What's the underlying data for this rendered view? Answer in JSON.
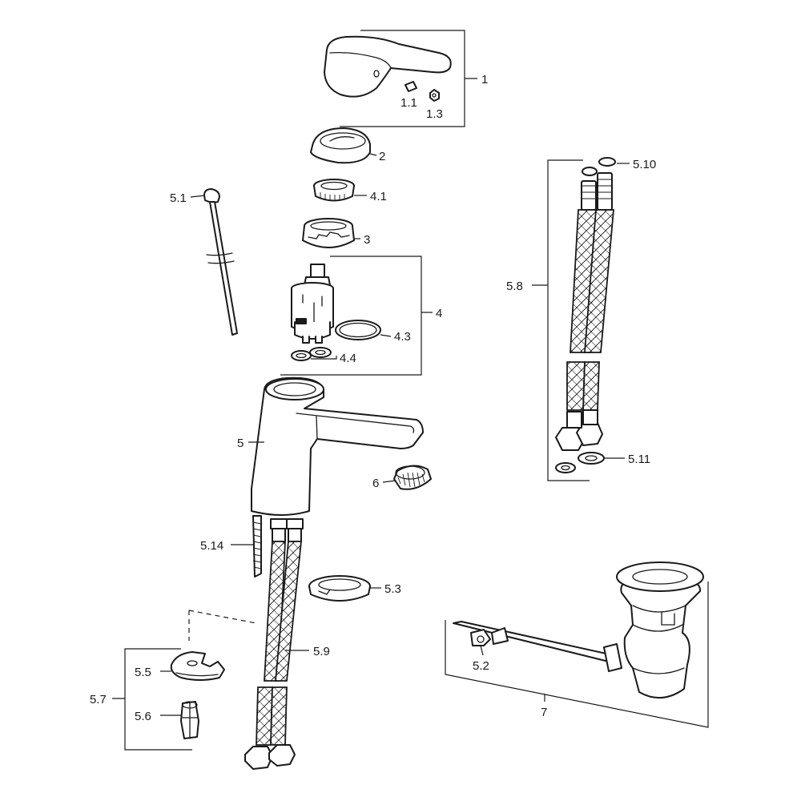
{
  "labels": {
    "p1": "1",
    "p1_1": "1.1",
    "p1_3": "1.3",
    "p2": "2",
    "p3": "3",
    "p4": "4",
    "p4_1": "4.1",
    "p4_3": "4.3",
    "p4_4": "4.4",
    "p5": "5",
    "p5_1": "5.1",
    "p5_2": "5.2",
    "p5_3": "5.3",
    "p5_5": "5.5",
    "p5_6": "5.6",
    "p5_7": "5.7",
    "p5_8": "5.8",
    "p5_9": "5.9",
    "p5_10": "5.10",
    "p5_11": "5.11",
    "p5_14": "5.14",
    "p6": "6",
    "p7": "7"
  }
}
